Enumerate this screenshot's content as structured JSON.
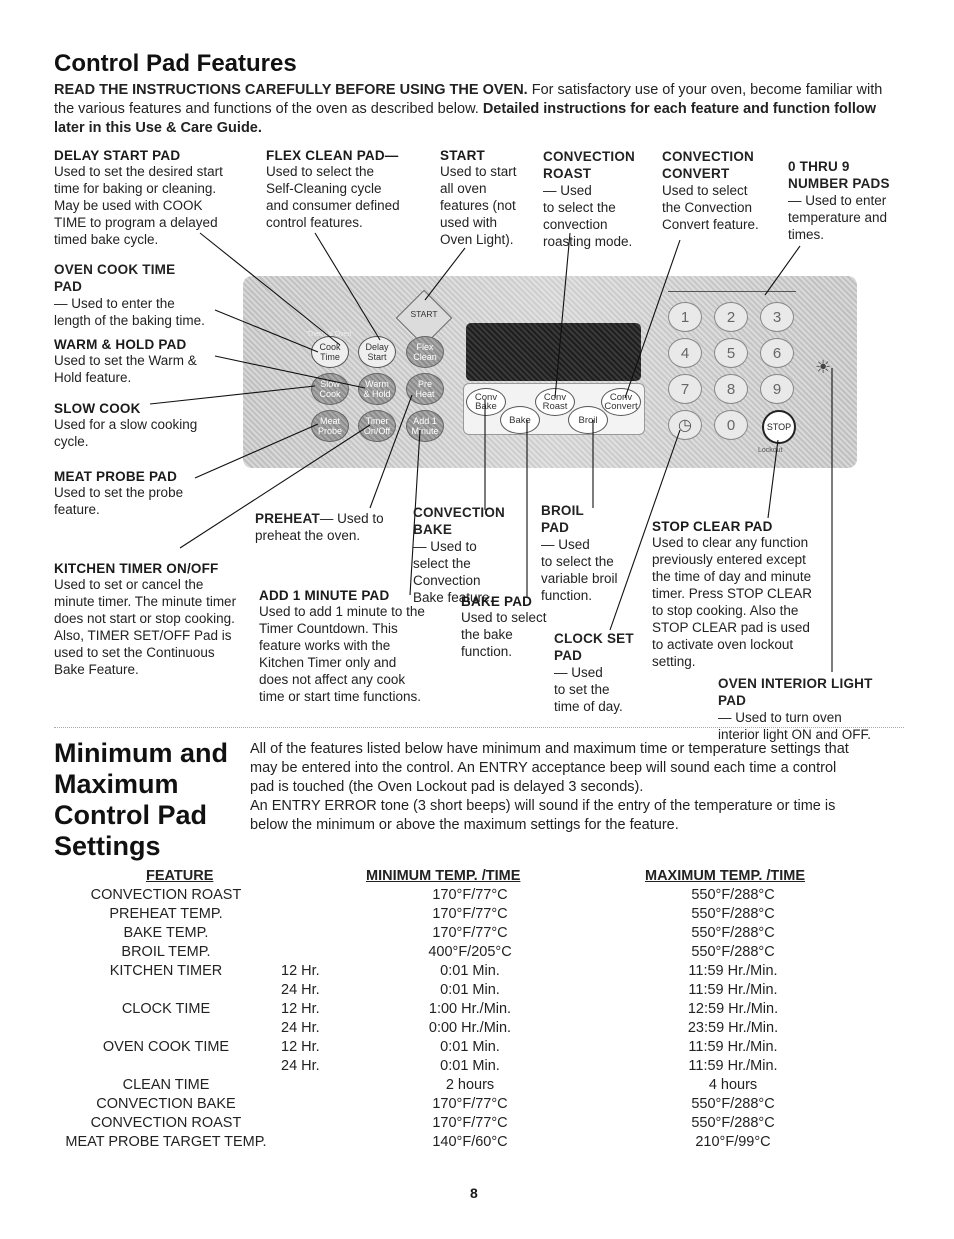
{
  "title": "Control Pad Features",
  "intro": {
    "bold_lead": "READ THE INSTRUCTIONS CAREFULLY BEFORE USING THE OVEN.",
    "normal": " For satisfactory use of your oven, become familiar with the various features and functions of the oven as described below. ",
    "bold_tail": "Detailed instructions for each feature and function follow later in this Use & Care Guide."
  },
  "callouts": {
    "delay_start": {
      "title": "DELAY START PAD",
      "body": "Used to set the desired start\ntime for baking or cleaning.\nMay be used with COOK\nTIME to program a delayed\ntimed bake cycle."
    },
    "flex_clean": {
      "title": "FLEX CLEAN PAD—",
      "body": "Used to select the\nSelf-Cleaning cycle\nand consumer defined\ncontrol features."
    },
    "start": {
      "title": "START",
      "body": "Used to start\nall oven\nfeatures (not\nused with\nOven Light)."
    },
    "convection_roast": {
      "title": "CONVECTION\nROAST",
      "body": "— Used\nto select the\nconvection\nroasting mode."
    },
    "convection_convert": {
      "title": "CONVECTION\nCONVERT",
      "body": "Used to select\nthe Convection\nConvert feature."
    },
    "number_pads": {
      "title": "0 THRU 9\nNUMBER PADS",
      "body": "— Used to enter\ntemperature and\ntimes."
    },
    "oven_cook_time": {
      "title": "OVEN COOK TIME\nPAD",
      "body": "— Used to enter the\nlength of the baking time."
    },
    "warm_hold": {
      "title": "WARM & HOLD PAD",
      "body": "Used to set the Warm &\nHold feature."
    },
    "slow_cook": {
      "title": "SLOW COOK",
      "body": "Used for a slow cooking\ncycle."
    },
    "meat_probe": {
      "title": "MEAT PROBE PAD",
      "body": "Used to set the probe\nfeature."
    },
    "kitchen_timer": {
      "title": "KITCHEN TIMER ON/OFF",
      "body": "Used to set or cancel the\nminute timer. The minute timer\ndoes not start or stop cooking.\nAlso, TIMER SET/OFF Pad is\nused to set the Continuous\nBake Feature."
    },
    "preheat": {
      "title": "PREHEAT",
      "body": "— Used to\npreheat the oven."
    },
    "add_minute": {
      "title": "ADD 1 MINUTE PAD",
      "body": "Used to add 1 minute to the\nTimer Countdown. This\nfeature works with the\nKitchen Timer only and\ndoes not affect any cook\ntime or start time functions."
    },
    "convection_bake": {
      "title": "CONVECTION\nBAKE",
      "body": "— Used to\nselect the\nConvection\nBake feature."
    },
    "bake_pad": {
      "title": "BAKE PAD",
      "body": "Used to select\nthe bake\nfunction."
    },
    "broil": {
      "title": "BROIL\nPAD",
      "body": "— Used\nto select the\nvariable broil\nfunction."
    },
    "clock_set": {
      "title": "CLOCK SET\nPAD",
      "body": "— Used\nto set the\ntime of day."
    },
    "stop_clear": {
      "title": "STOP CLEAR PAD",
      "body": "Used to clear any function\npreviously entered except\nthe time of day and minute\ntimer. Press STOP CLEAR\nto stop cooking. Also the\nSTOP CLEAR pad is used\nto activate oven lockout\nsetting."
    },
    "interior_light": {
      "title": "OVEN INTERIOR LIGHT\nPAD",
      "body": "— Used to turn oven\ninterior light ON and OFF."
    }
  },
  "panel": {
    "start": "START",
    "thermal_oven": "Thermal Oven",
    "cook_time": "Cook\nTime",
    "delay_start": "Delay\nStart",
    "flex_clean": "Flex\nClean",
    "slow_cook": "Slow\nCook",
    "warm_hold": "Warm\n& Hold",
    "pre_heat": "Pre\nHeat",
    "meat_probe": "Meat\nProbe",
    "timer": "Timer\nOn/Off",
    "add_minute": "Add 1\nMinute",
    "conv_bake": "Conv\nBake",
    "conv_roast": "Conv\nRoast",
    "conv_convert": "Conv\nConvert",
    "bake": "Bake",
    "broil": "Broil",
    "numbers": [
      "1",
      "2",
      "3",
      "4",
      "5",
      "6",
      "7",
      "8",
      "9",
      "0"
    ],
    "stop": "STOP",
    "lockout": "Lockout"
  },
  "minmax": {
    "heading": "Minimum and\nMaximum\nControl Pad\nSettings",
    "text": "All of the features listed below have minimum and maximum time or temperature settings that\nmay be entered into the control. An ENTRY acceptance beep will sound each time a control\npad is touched (the Oven Lockout  pad is delayed 3 seconds).\nAn ENTRY ERROR tone (3 short beeps) will sound if the entry of the temperature or time is\nbelow the minimum or above the maximum settings for the feature.",
    "headers": {
      "feature": "FEATURE",
      "min": "MINIMUM TEMP. /TIME",
      "max": "MAXIMUM TEMP. /TIME"
    },
    "rows": [
      {
        "feature": "CONVECTION ROAST",
        "mode": "",
        "min": "170°F/77°C",
        "max": "550°F/288°C"
      },
      {
        "feature": "PREHEAT TEMP.",
        "mode": "",
        "min": "170°F/77°C",
        "max": "550°F/288°C"
      },
      {
        "feature": "BAKE TEMP.",
        "mode": "",
        "min": "170°F/77°C",
        "max": "550°F/288°C"
      },
      {
        "feature": "BROIL TEMP.",
        "mode": "",
        "min": "400°F/205°C",
        "max": "550°F/288°C"
      },
      {
        "feature": "KITCHEN TIMER",
        "mode": "12 Hr.",
        "min": "0:01 Min.",
        "max": "11:59 Hr./Min."
      },
      {
        "feature": "",
        "mode": "24 Hr.",
        "min": "0:01 Min.",
        "max": "11:59 Hr./Min."
      },
      {
        "feature": "CLOCK TIME",
        "mode": "12 Hr.",
        "min": "1:00 Hr./Min.",
        "max": "12:59 Hr./Min."
      },
      {
        "feature": "",
        "mode": "24 Hr.",
        "min": "0:00 Hr./Min.",
        "max": "23:59 Hr./Min."
      },
      {
        "feature": "OVEN COOK TIME",
        "mode": "12 Hr.",
        "min": "0:01 Min.",
        "max": "11:59 Hr./Min."
      },
      {
        "feature": "",
        "mode": "24 Hr.",
        "min": "0:01 Min.",
        "max": "11:59 Hr./Min."
      },
      {
        "feature": "CLEAN TIME",
        "mode": "",
        "min": "2 hours",
        "max": "4 hours"
      },
      {
        "feature": "CONVECTION BAKE",
        "mode": "",
        "min": "170°F/77°C",
        "max": "550°F/288°C"
      },
      {
        "feature": "CONVECTION ROAST",
        "mode": "",
        "min": "170°F/77°C",
        "max": "550°F/288°C"
      },
      {
        "feature": "MEAT PROBE TARGET TEMP.",
        "mode": "",
        "min": "140°F/60°C",
        "max": "210°F/99°C"
      }
    ]
  },
  "page_number": "8"
}
